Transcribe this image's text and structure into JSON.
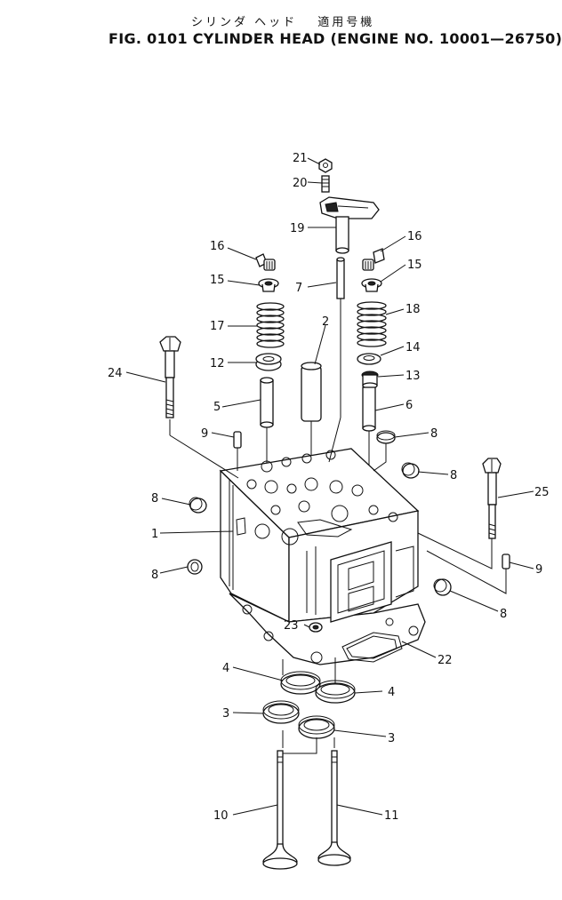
{
  "header": {
    "title_jp": "シリンダ ヘッド　 適用号機",
    "title_en": "FIG. 0101  CYLINDER HEAD (ENGINE NO. 10001—26750)"
  },
  "callouts": [
    {
      "id": "c21",
      "label": "21"
    },
    {
      "id": "c20",
      "label": "20"
    },
    {
      "id": "c19",
      "label": "19"
    },
    {
      "id": "c16a",
      "label": "16"
    },
    {
      "id": "c16b",
      "label": "16"
    },
    {
      "id": "c15a",
      "label": "15"
    },
    {
      "id": "c15b",
      "label": "15"
    },
    {
      "id": "c7",
      "label": "7"
    },
    {
      "id": "c2",
      "label": "2"
    },
    {
      "id": "c17",
      "label": "17"
    },
    {
      "id": "c18",
      "label": "18"
    },
    {
      "id": "c24",
      "label": "24"
    },
    {
      "id": "c12",
      "label": "12"
    },
    {
      "id": "c14",
      "label": "14"
    },
    {
      "id": "c13",
      "label": "13"
    },
    {
      "id": "c5",
      "label": "5"
    },
    {
      "id": "c6",
      "label": "6"
    },
    {
      "id": "c9a",
      "label": "9"
    },
    {
      "id": "c8a",
      "label": "8"
    },
    {
      "id": "c8b",
      "label": "8"
    },
    {
      "id": "c25",
      "label": "25"
    },
    {
      "id": "c8c",
      "label": "8"
    },
    {
      "id": "c1",
      "label": "1"
    },
    {
      "id": "c8d",
      "label": "8"
    },
    {
      "id": "c9b",
      "label": "9"
    },
    {
      "id": "c8e",
      "label": "8"
    },
    {
      "id": "c23",
      "label": "23"
    },
    {
      "id": "c22",
      "label": "22"
    },
    {
      "id": "c4a",
      "label": "4"
    },
    {
      "id": "c4b",
      "label": "4"
    },
    {
      "id": "c3a",
      "label": "3"
    },
    {
      "id": "c3b",
      "label": "3"
    },
    {
      "id": "c10",
      "label": "10"
    },
    {
      "id": "c11",
      "label": "11"
    }
  ]
}
